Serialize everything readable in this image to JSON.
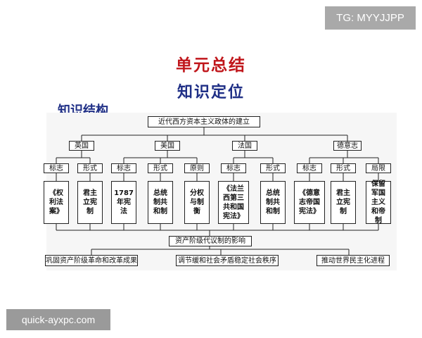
{
  "watermark_top": "TG: MYYJJPP",
  "watermark_bottom": "quick-ayxpc.com",
  "title_main": "单元总结",
  "title_sub": "知识定位",
  "section_label": "知识结构",
  "diagram": {
    "root": "近代西方资本主义政体的建立",
    "countries": [
      "英国",
      "美国",
      "法国",
      "德意志"
    ],
    "aspects": {
      "uk": [
        "标志",
        "形式"
      ],
      "us": [
        "标志",
        "形式",
        "原则"
      ],
      "fr": [
        "标志",
        "形式"
      ],
      "de": [
        "标志",
        "形式",
        "局限"
      ]
    },
    "contents": {
      "uk": [
        "《权\n利法\n案》",
        "君主\n立宪\n制"
      ],
      "us": [
        "1787\n年宪\n法",
        "总统\n制共\n和制",
        "分权\n与制\n衡"
      ],
      "fr": [
        "《法兰\n西第三\n共和国\n宪法》",
        "总统\n制共\n和制"
      ],
      "de": [
        "《德意\n志帝国\n宪法》",
        "君主\n立宪\n制",
        "保留\n军国\n主义\n和帝\n制"
      ]
    },
    "summary": "资产阶级代议制的影响",
    "impacts": [
      "巩固资产阶级革命和改革成果",
      "调节缓和社会矛盾稳定社会秩序",
      "推动世界民主化进程"
    ]
  }
}
